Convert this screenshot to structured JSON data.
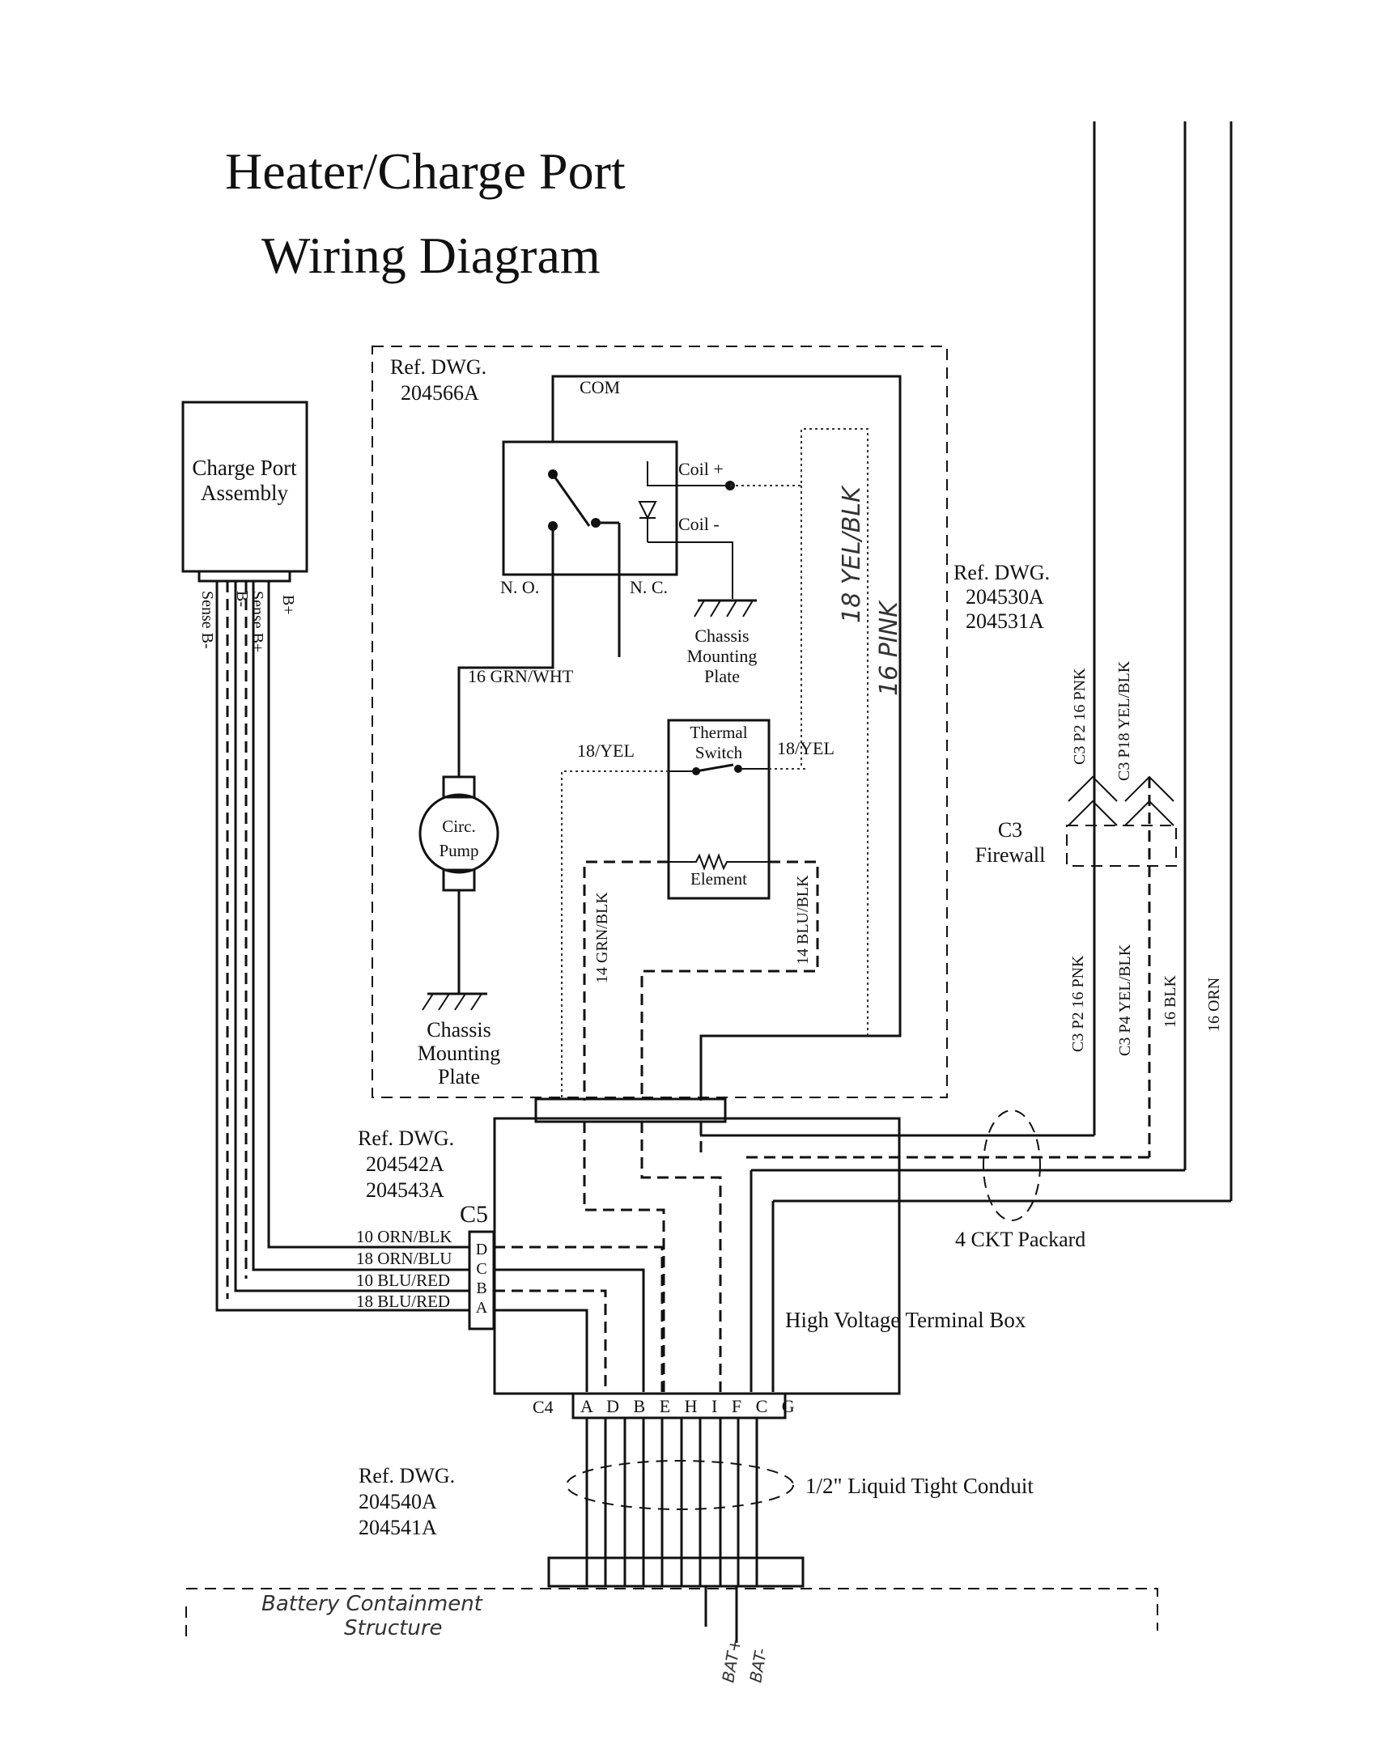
{
  "title": {
    "line1": "Heater/Charge Port",
    "line2": "Wiring Diagram"
  },
  "charge_port": {
    "label1": "Charge Port",
    "label2": "Assembly",
    "pins": [
      "Sense B-",
      "B-",
      "Sense B+",
      "B+"
    ]
  },
  "ref_relay": {
    "l1": "Ref. DWG.",
    "l2": "204566A"
  },
  "relay": {
    "com": "COM",
    "coil_plus": "Coil +",
    "coil_minus": "Coil -",
    "no": "N. O.",
    "nc": "N. C."
  },
  "chassis1": {
    "l1": "Chassis",
    "l2": "Mounting",
    "l3": "Plate"
  },
  "chassis2": {
    "l1": "Chassis",
    "l2": "Mounting",
    "l3": "Plate"
  },
  "wire_grn_wht": "16 GRN/WHT",
  "pump": {
    "l1": "Circ.",
    "l2": "Pump"
  },
  "thermal": {
    "l1": "Thermal",
    "l2": "Switch",
    "element": "Element"
  },
  "yel_left": "18/YEL",
  "yel_right": "18/YEL",
  "grn_blk": "14 GRN/BLK",
  "blu_blk": "14 BLU/BLK",
  "hand_yel_blk": "18 YEL/BLK",
  "hand_pink": "16 PINK",
  "ref_right": {
    "l1": "Ref. DWG.",
    "l2": "204530A",
    "l3": "204531A"
  },
  "c3_upper": {
    "pnk": "C3 P2 16 PNK",
    "yel": "C3 P18 YEL/BLK"
  },
  "c3_firewall": {
    "l1": "C3",
    "l2": "Firewall"
  },
  "c3_lower": {
    "pnk": "C3 P2 16 PNK",
    "yel": "C3 P4 YEL/BLK",
    "blk": "16 BLK",
    "orn": "16 ORN"
  },
  "ref_hv": {
    "l1": "Ref. DWG.",
    "l2": "204542A",
    "l3": "204543A"
  },
  "c5": {
    "label": "C5",
    "pins": [
      "D",
      "C",
      "B",
      "A"
    ],
    "wires": [
      "10 ORN/BLK",
      "18 ORN/BLU",
      "10 BLU/RED",
      "18 BLU/RED"
    ]
  },
  "packard": "4 CKT Packard",
  "hv_box": "High Voltage Terminal Box",
  "c4": {
    "label": "C4",
    "pins": "A D B E H I F C G"
  },
  "conduit": "1/2\" Liquid Tight Conduit",
  "ref_battery": {
    "l1": "Ref. DWG.",
    "l2": "204540A",
    "l3": "204541A"
  },
  "battery_hand": {
    "l1": "Battery Containment",
    "l2": "Structure"
  },
  "bat_plus": "BAT+",
  "bat_minus": "BAT-"
}
